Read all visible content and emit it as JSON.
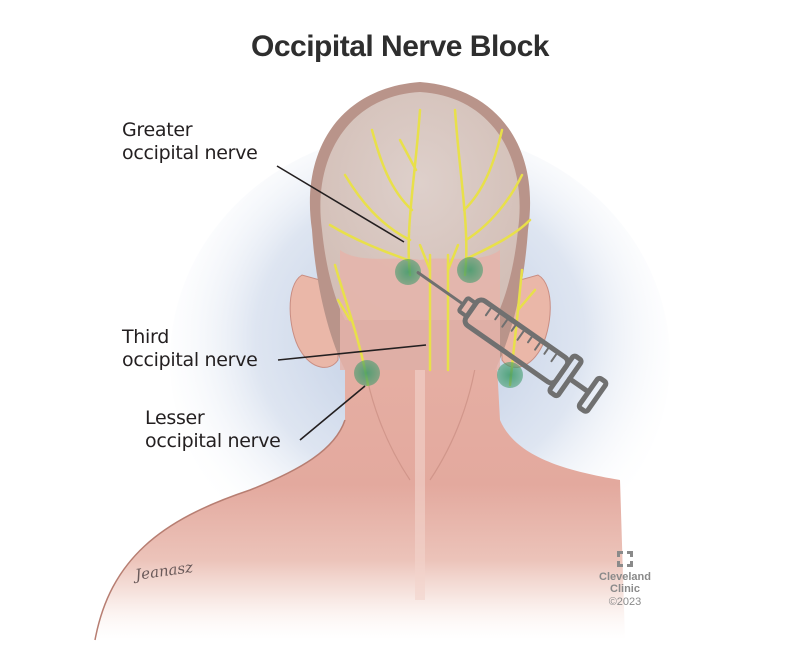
{
  "title": "Occipital Nerve Block",
  "labels": {
    "greater": {
      "line1": "Greater",
      "line2": "occipital nerve"
    },
    "third": {
      "line1": "Third",
      "line2": "occipital nerve"
    },
    "lesser": {
      "line1": "Lesser",
      "line2": "occipital nerve"
    }
  },
  "signature": "Jeanasz",
  "credit": {
    "line1": "Cleveland",
    "line2": "Clinic",
    "year": "©2023"
  },
  "colors": {
    "title": "#2e2e2e",
    "nerve": "#e8e04a",
    "injection_site": "#3c9a6a",
    "skin": "#e8b0a6",
    "syringe": "#7a7a7a",
    "background_shadow": "#b9c9e2"
  },
  "icons": {
    "logo": "cleveland-clinic-logo-icon",
    "syringe": "syringe-icon"
  }
}
